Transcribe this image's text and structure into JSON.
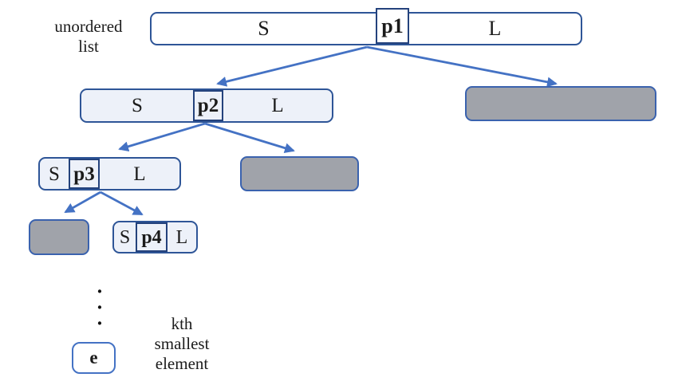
{
  "labels": {
    "unordered_list": {
      "line1": "unordered",
      "line2": "list"
    },
    "result_caption": {
      "line1": "kth",
      "line2": "smallest",
      "line3": "element"
    }
  },
  "nodes": {
    "root": {
      "s": "S",
      "pivot": "p1",
      "l": "L"
    },
    "level2": {
      "s": "S",
      "pivot": "p2",
      "l": "L"
    },
    "level3": {
      "s": "S",
      "pivot": "p3",
      "l": "L"
    },
    "level4": {
      "s": "S",
      "pivot": "p4",
      "l": "L"
    },
    "result": {
      "value": "e"
    }
  },
  "dots": [
    "·",
    "·",
    "·"
  ],
  "colors": {
    "arrow": "#4472c4",
    "box_border": "#2e5597",
    "pivot_border": "#24427c",
    "light_fill": "#edf1f9",
    "gray_fill": "#a0a3aa",
    "gray_border": "#3a62ae",
    "text": "#1b1b1b",
    "background": "#ffffff"
  }
}
